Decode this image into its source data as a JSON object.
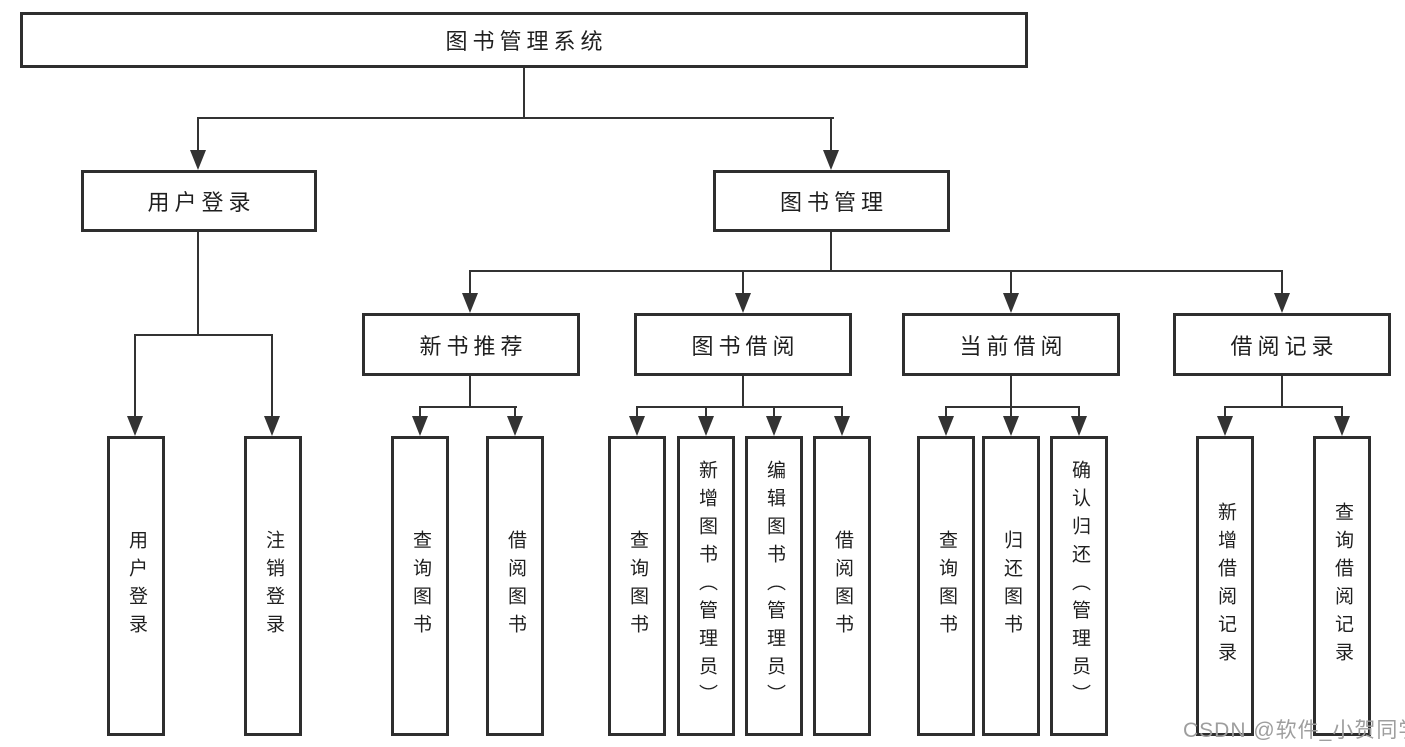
{
  "diagram": {
    "title": "图书管理系统",
    "level2": [
      "用户登录",
      "图书管理"
    ],
    "level3": [
      "新书推荐",
      "图书借阅",
      "当前借阅",
      "借阅记录"
    ],
    "leaves": {
      "login": [
        "用户登录",
        "注销登录"
      ],
      "recommend": [
        "查询图书",
        "借阅图书"
      ],
      "borrow": [
        "查询图书",
        "新增图书（管理员）",
        "编辑图书（管理员）",
        "借阅图书"
      ],
      "current": [
        "查询图书",
        "归还图书",
        "确认归还（管理员）"
      ],
      "record": [
        "新增借阅记录",
        "查询借阅记录"
      ]
    },
    "colors": {
      "line": "#333333",
      "box_border": "#2e2e2e",
      "text": "#1f1f1f",
      "watermark_text": "#9e9e9e",
      "background": "#ffffff"
    },
    "watermark": "CSDN @软件_小贺同学"
  }
}
